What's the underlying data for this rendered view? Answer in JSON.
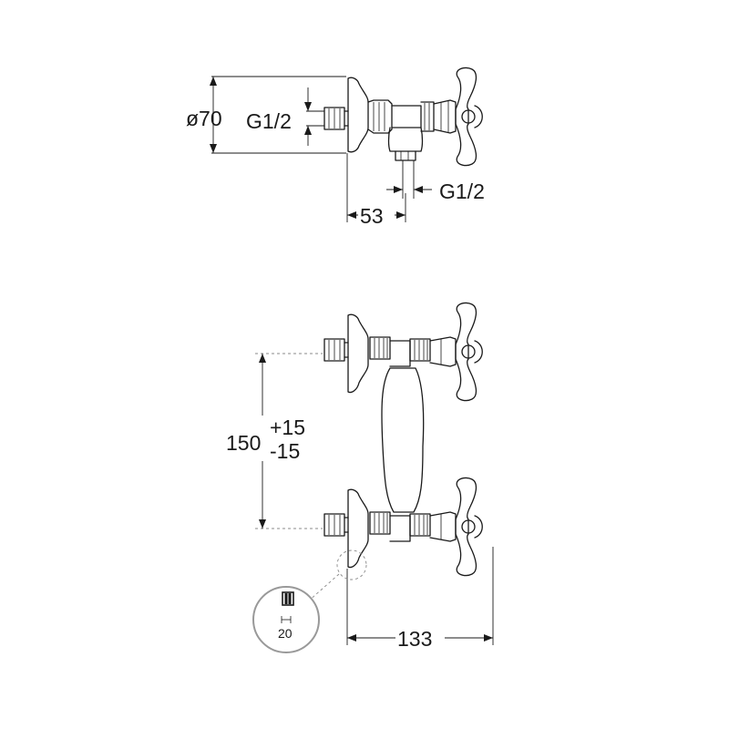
{
  "top_view": {
    "dim_diameter": "ø70",
    "dim_inlet_thread": "G1/2",
    "dim_outlet_thread": "G1/2",
    "dim_depth": "53"
  },
  "front_view": {
    "dim_centers_value": "150",
    "dim_centers_tol_plus": "+15",
    "dim_centers_tol_minus": "-15",
    "dim_width": "133"
  },
  "detail": {
    "dim_wall_depth": "20"
  }
}
